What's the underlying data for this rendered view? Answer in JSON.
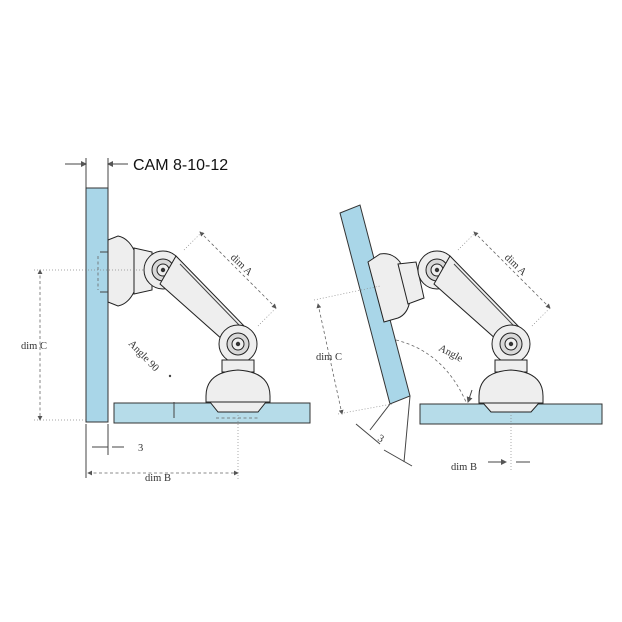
{
  "title": "CAM 8-10-12",
  "left_view": {
    "dim_a": "dim A",
    "dim_b": "dim B",
    "dim_c": "dim C",
    "angle": "Angle 90",
    "thickness": "3"
  },
  "right_view": {
    "dim_a": "dim A",
    "dim_b": "dim B",
    "dim_c": "dim C",
    "angle": "Angle",
    "thickness": "3"
  },
  "colors": {
    "glass": "#a9d6e8",
    "metal": "#eeeeee",
    "line": "#444444"
  }
}
